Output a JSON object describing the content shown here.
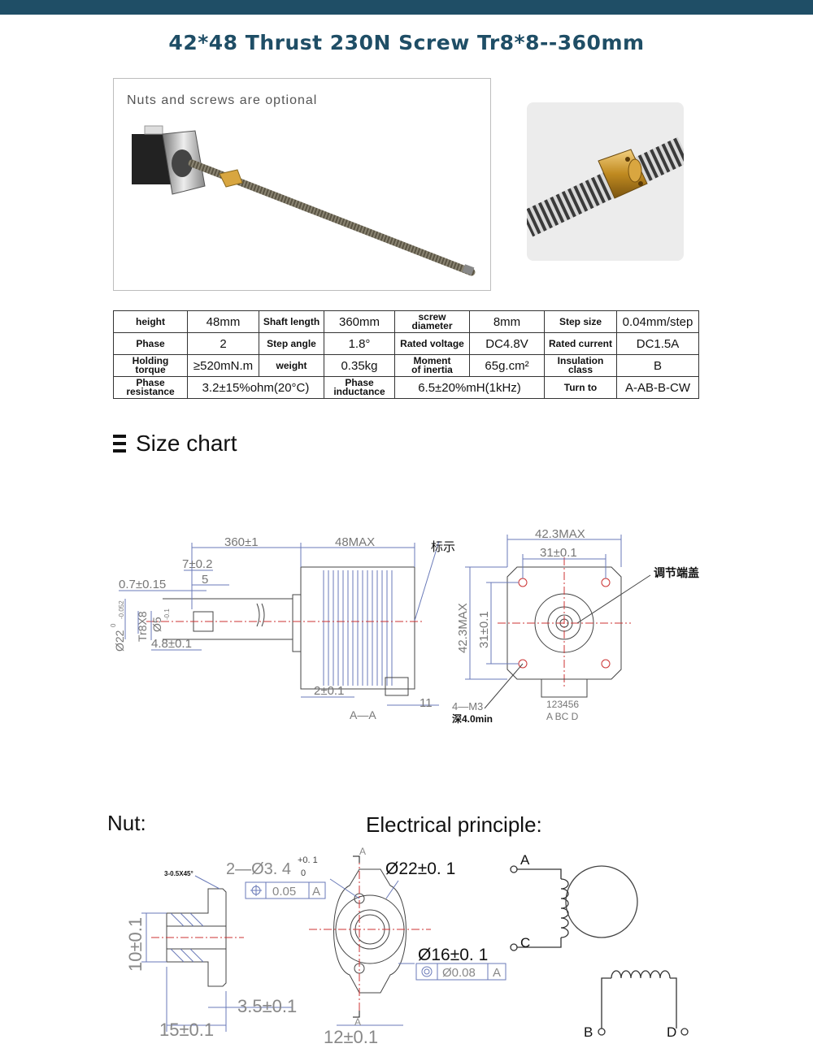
{
  "header": {
    "title": "42*48 Thrust 230N Screw Tr8*8--360mm"
  },
  "photo": {
    "caption": "Nuts and screws are optional"
  },
  "specs": {
    "rows": [
      [
        {
          "t": "height",
          "l": true
        },
        {
          "t": "48mm"
        },
        {
          "t": "Shaft length",
          "l": true
        },
        {
          "t": "360mm"
        },
        {
          "t": "screw\ndiameter",
          "l": true
        },
        {
          "t": "8mm"
        },
        {
          "t": "Step size",
          "l": true
        },
        {
          "t": "0.04mm/step"
        }
      ],
      [
        {
          "t": "Phase",
          "l": true
        },
        {
          "t": "2"
        },
        {
          "t": "Step angle",
          "l": true
        },
        {
          "t": "1.8°"
        },
        {
          "t": "Rated voltage",
          "l": true
        },
        {
          "t": "DC4.8V"
        },
        {
          "t": "Rated current",
          "l": true
        },
        {
          "t": "DC1.5A"
        }
      ],
      [
        {
          "t": "Holding\ntorque",
          "l": true
        },
        {
          "t": "≥520mN.m"
        },
        {
          "t": "weight",
          "l": true
        },
        {
          "t": "0.35kg"
        },
        {
          "t": "Moment\nof inertia",
          "l": true
        },
        {
          "t": "65g.cm²"
        },
        {
          "t": "Insulation\nclass",
          "l": true
        },
        {
          "t": "B"
        }
      ],
      [
        {
          "t": "Phase\nresistance",
          "l": true
        },
        {
          "t": "3.2±15%ohm(20°C)",
          "span": 2
        },
        {
          "t": "Phase\ninductance",
          "l": true
        },
        {
          "t": "6.5±20%mH(1kHz)",
          "span": 2
        },
        {
          "t": "Turn to",
          "l": true
        },
        {
          "t": "A-AB-B-CW"
        }
      ]
    ]
  },
  "size_chart": {
    "heading": "Size chart",
    "dims": {
      "shaft_len": "360±1",
      "motor_len": "48MAX",
      "d7": "7±0.2",
      "d5": "5",
      "d07": "0.7±0.15",
      "d22": "Ø22",
      "d22_tol_up": "0",
      "d22_tol_low": "-0.052",
      "tr": "Tr8X8",
      "d5s": "Ø5",
      "d5s_tol": "-0.1",
      "d48": "4.8±0.1",
      "d2": "2±0.1",
      "d11": "11",
      "section": "A—A",
      "label_mark": "标示",
      "w423": "42.3MAX",
      "w31": "31±0.1",
      "h423": "42.3MAX",
      "h31": "31±0.1",
      "label_cap": "调节端盖",
      "m3": "4—M3",
      "depth": "深4.0min",
      "pins": "123456",
      "pin_labels": "A  BC  D"
    }
  },
  "nut": {
    "heading": "Nut:",
    "dims": {
      "chamfer": "3-0.5X45°",
      "holes": "2—Ø3. 4",
      "holes_tol_up": "+0. 1",
      "holes_tol_low": "0",
      "pos_tol": "0.05",
      "datum": "A",
      "h10": "10±0.1",
      "d35": "3.5±0.1",
      "d15": "15±0.1",
      "d22": "Ø22±0. 1",
      "d16": "Ø16±0. 1",
      "conc": "Ø0.08",
      "datum2": "A",
      "d12": "12±0.1",
      "sec_top": "A",
      "sec_bot": "A"
    }
  },
  "electrical": {
    "heading": "Electrical principle:",
    "terminals": {
      "a": "A",
      "c": "C",
      "b": "B",
      "d": "D"
    }
  }
}
